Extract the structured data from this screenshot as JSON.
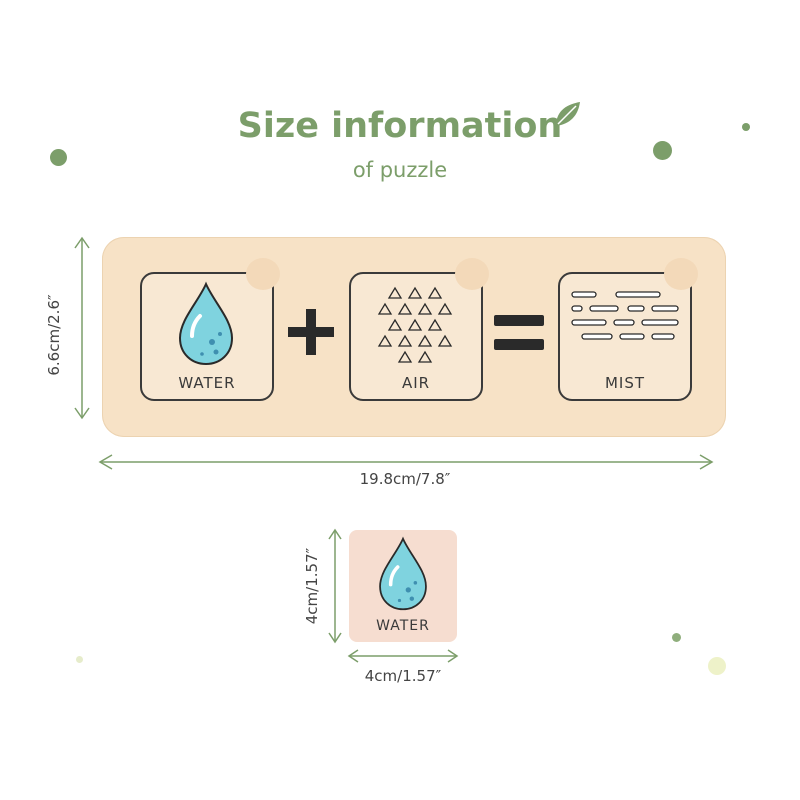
{
  "title": "Size information",
  "subtitle": "of puzzle",
  "board": {
    "card_labels": [
      "WATER",
      "AIR",
      "MIST"
    ]
  },
  "dimensions": {
    "board_height": "6.6cm/2.6″",
    "board_width": "19.8cm/7.8″",
    "piece_height": "4cm/1.57″",
    "piece_width": "4cm/1.57″"
  },
  "piece": {
    "label": "WATER"
  },
  "colors": {
    "accent": "#7c9e6a",
    "wood": "#f7e2c6",
    "piece_wood": "#f6ddd0",
    "water": "#7fd3df"
  },
  "icons": [
    "leaf-icon",
    "water-drop-icon",
    "plus-icon",
    "triangles-icon",
    "equals-icon",
    "dashes-icon"
  ]
}
